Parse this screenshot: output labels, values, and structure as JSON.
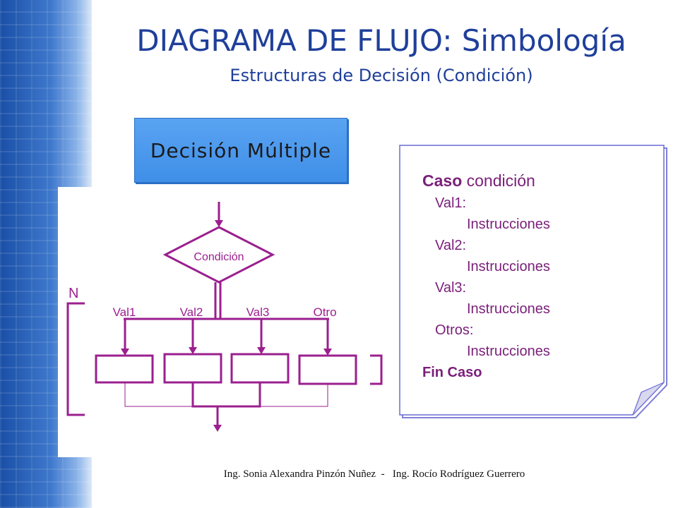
{
  "header": {
    "title": "DIAGRAMA DE FLUJO: Simbología",
    "subtitle": "Estructuras de Decisión (Condición)"
  },
  "decision_box": {
    "label": "Decisión Múltiple"
  },
  "flowchart": {
    "condition_label": "Condición",
    "branch_labels": [
      "Val1",
      "Val2",
      "Val3",
      "Otro"
    ],
    "partial_label": "N"
  },
  "code_card": {
    "keyword": "Caso",
    "keyword_rest": " condición",
    "lines": [
      {
        "label": "Val1:",
        "indent": 1
      },
      {
        "label": "Instrucciones",
        "indent": 2
      },
      {
        "label": "Val2:",
        "indent": 1
      },
      {
        "label": "Instrucciones",
        "indent": 2
      },
      {
        "label": "Val3:",
        "indent": 1
      },
      {
        "label": "Instrucciones",
        "indent": 2
      },
      {
        "label": "Otros:",
        "indent": 1
      },
      {
        "label": "Instrucciones",
        "indent": 2
      }
    ],
    "end": "Fin Caso"
  },
  "footer": {
    "author1": "Ing. Sonia Alexandra Pinzón  Nuñez",
    "separator": "-",
    "author2": "Ing. Rocío Rodríguez Guerrero"
  },
  "colors": {
    "title": "#1f3f9a",
    "flow": "#9b1f8f",
    "card_border": "#6b6bd6",
    "decision_fill": "#4a98ee"
  }
}
